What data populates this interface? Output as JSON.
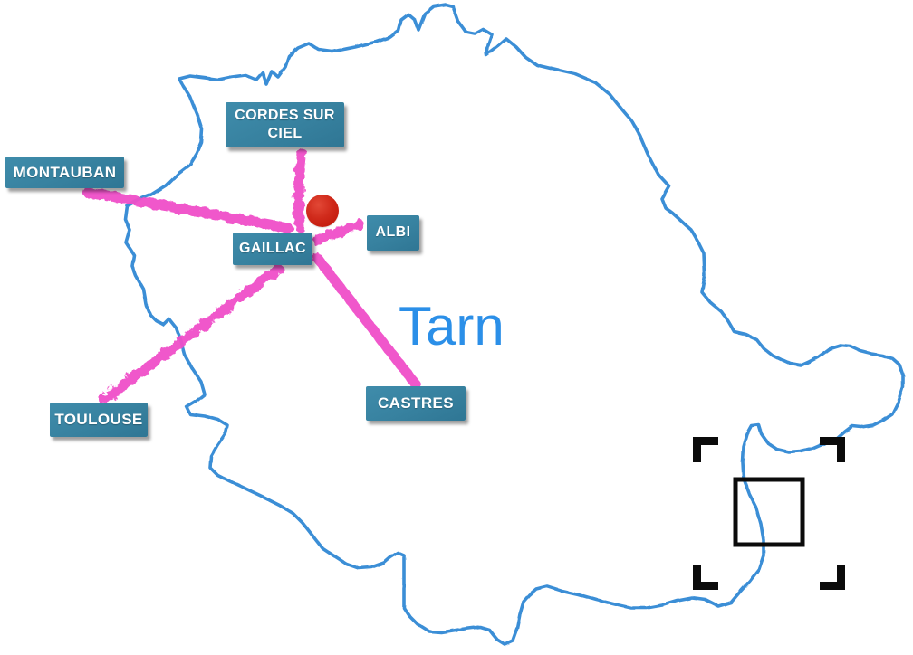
{
  "region": {
    "name": "Tarn"
  },
  "cities": {
    "montauban": {
      "name": "MONTAUBAN"
    },
    "cordes_sur_ciel": {
      "name": "CORDES SUR CIEL"
    },
    "albi": {
      "name": "ALBI"
    },
    "gaillac": {
      "name": "GAILLAC"
    },
    "toulouse": {
      "name": "TOULOUSE"
    },
    "castres": {
      "name": "CASTRES"
    }
  },
  "routes": {
    "hub": "GAILLAC",
    "destinations": [
      "MONTAUBAN",
      "CORDES SUR CIEL",
      "ALBI",
      "TOULOUSE",
      "CASTRES"
    ],
    "line_color": "#f04fc9"
  },
  "marker": {
    "shape": "red-dot",
    "color": "#cc2013"
  },
  "viewfinder": {
    "shape": "corner-brackets-and-square",
    "color": "#0b0b0b"
  },
  "icons": {
    "location_marker": "red-dot",
    "viewfinder_frame": "corner-brackets",
    "selection_square": "square-outline"
  },
  "colors": {
    "background": "#ffffff",
    "department_outline": "#3a8ed6",
    "city_label_background": "#37819f",
    "city_label_text": "#ffffff",
    "route_line_pink": "#f04fc9",
    "region_name_blue": "#2b8fe8",
    "marker_red": "#cc2013",
    "viewfinder_black": "#0b0b0b"
  }
}
